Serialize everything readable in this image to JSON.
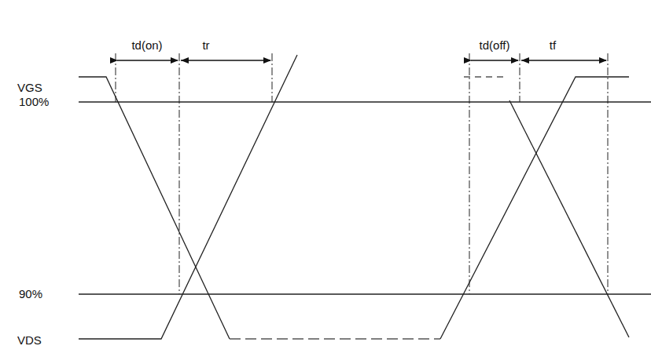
{
  "diagram": {
    "labels": [
      "td(on)",
      "tr",
      "td(off)",
      "tf",
      "VGS",
      "100%",
      "90%",
      "VDS"
    ]
  }
}
